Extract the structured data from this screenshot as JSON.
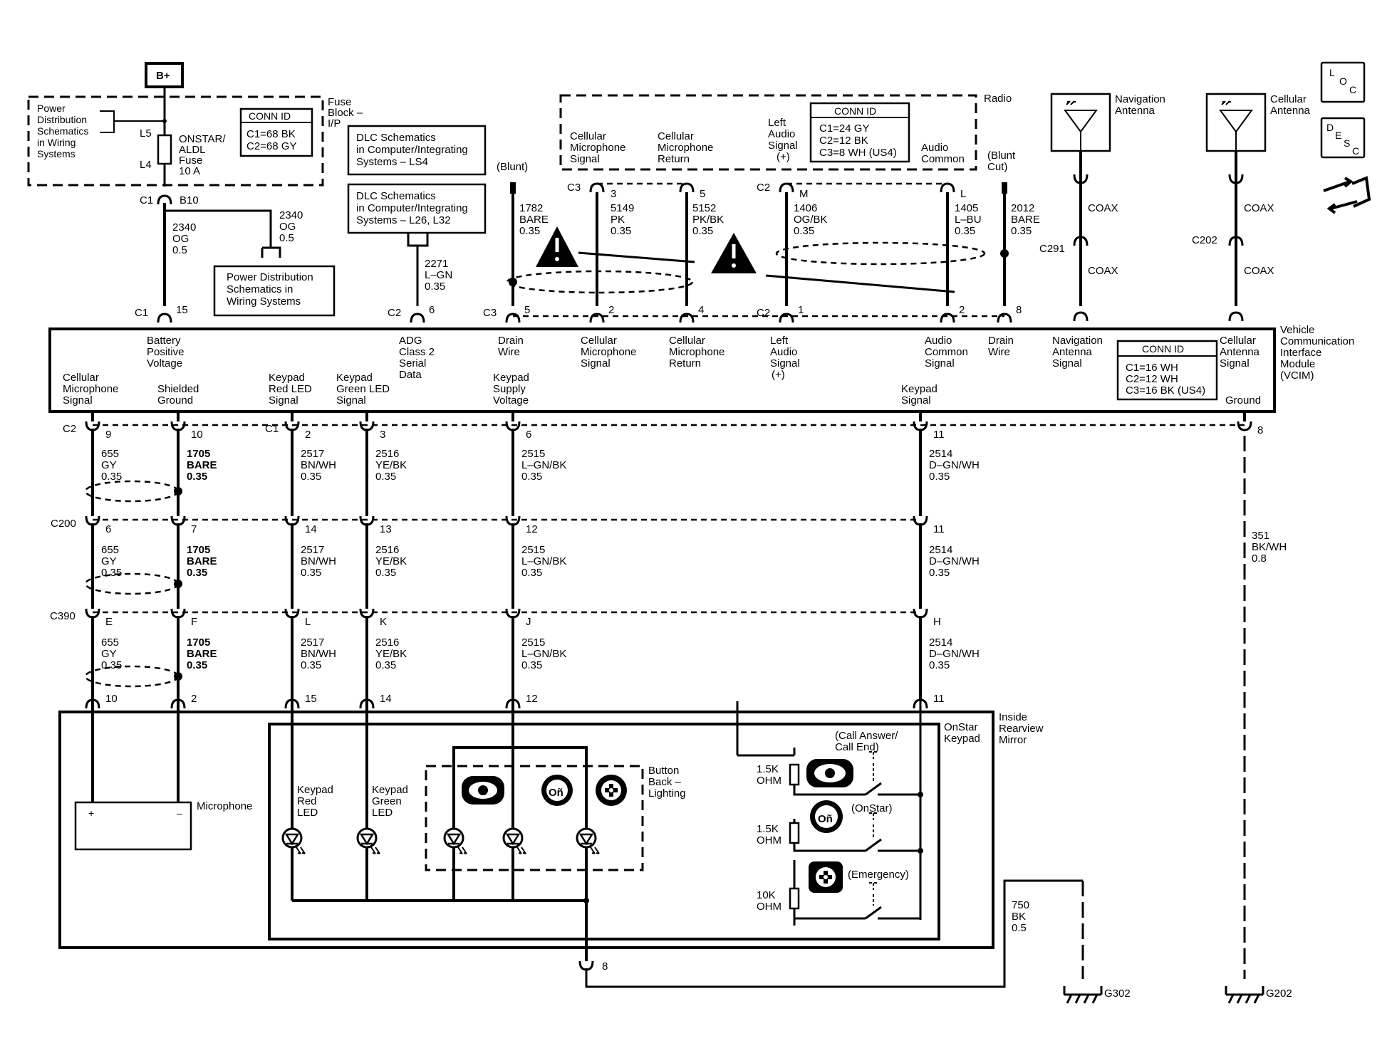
{
  "power": {
    "bplus": "B+"
  },
  "fuse_block": {
    "title": [
      "Fuse",
      "Block –",
      "I/P"
    ],
    "pd_ref": [
      "Power",
      "Distribution",
      "Schematics",
      "in Wiring",
      "Systems"
    ],
    "l5": "L5",
    "l4": "L4",
    "fuse": [
      "ONSTAR/",
      "ALDL",
      "Fuse",
      "10 A"
    ],
    "conn_title": "CONN ID",
    "conn": [
      "C1=68 BK",
      "C2=68 GY"
    ],
    "c1": "C1",
    "b10": "B10"
  },
  "wire2340a": [
    "2340",
    "OG",
    "0.5"
  ],
  "wire2340b": [
    "2340",
    "OG",
    "0.5"
  ],
  "pd_box": [
    "Power Distribution",
    "Schematics in",
    "Wiring Systems"
  ],
  "dlc1": [
    "DLC Schematics",
    "in Computer/Integrating",
    "Systems – LS4"
  ],
  "dlc2": [
    "DLC Schematics",
    "in Computer/Integrating",
    "Systems – L26, L32"
  ],
  "wire2271": [
    "2271",
    "L–GN",
    "0.35"
  ],
  "radio": {
    "title": "Radio",
    "conn_title": "CONN ID",
    "conn": [
      "C1=24 GY",
      "C2=12 BK",
      "C3=8 WH (US4)"
    ],
    "cell_mic_sig": [
      "Cellular",
      "Microphone",
      "Signal"
    ],
    "cell_mic_ret": [
      "Cellular",
      "Microphone",
      "Return"
    ],
    "left_audio": [
      "Left",
      "Audio",
      "Signal",
      "(+)"
    ],
    "audio_common": [
      "Audio",
      "Common"
    ]
  },
  "blunt": "(Blunt)",
  "blunt_cut": [
    "(Blunt",
    "Cut)"
  ],
  "wire1782": [
    "1782",
    "BARE",
    "0.35"
  ],
  "wire5149": [
    "5149",
    "PK",
    "0.35"
  ],
  "wire5152": [
    "5152",
    "PK/BK",
    "0.35"
  ],
  "wire1406": [
    "1406",
    "OG/BK",
    "0.35"
  ],
  "wire1405": [
    "1405",
    "L–BU",
    "0.35"
  ],
  "wire2012": [
    "2012",
    "BARE",
    "0.35"
  ],
  "radio_pins": {
    "c3": "C3",
    "p3": "3",
    "p5": "5",
    "c2": "C2",
    "pm": "M",
    "pl": "L"
  },
  "nav_antenna": [
    "Navigation",
    "Antenna"
  ],
  "cell_antenna": [
    "Cellular",
    "Antenna"
  ],
  "coax": "COAX",
  "c291": "C291",
  "c202": "C202",
  "loc": [
    "L",
    "O",
    "C"
  ],
  "desc": [
    "D",
    "E",
    "S",
    "C"
  ],
  "vcim": {
    "title": [
      "Vehicle",
      "Communication",
      "Interface",
      "Module",
      "(VCIM)"
    ],
    "conn_title": "CONN ID",
    "conn": [
      "C1=16 WH",
      "C2=12 WH",
      "C3=16 BK (US4)"
    ],
    "top_pins": [
      {
        "conn": "C1",
        "pin": "15"
      },
      {
        "conn": "C2",
        "pin": "6"
      },
      {
        "conn": "C3",
        "pin": "5"
      },
      {
        "conn": "",
        "pin": "2"
      },
      {
        "conn": "",
        "pin": "4"
      },
      {
        "conn": "C2",
        "pin": "1"
      },
      {
        "conn": "",
        "pin": "2"
      },
      {
        "conn": "",
        "pin": "8"
      }
    ],
    "labels_top": {
      "batt": [
        "Battery",
        "Positive",
        "Voltage"
      ],
      "adg": [
        "ADG",
        "Class 2",
        "Serial",
        "Data"
      ],
      "drain1": [
        "Drain",
        "Wire"
      ],
      "cms": [
        "Cellular",
        "Microphone",
        "Signal"
      ],
      "cmr": [
        "Cellular",
        "Microphone",
        "Return"
      ],
      "las": [
        "Left",
        "Audio",
        "Signal",
        "(+)"
      ],
      "acs": [
        "Audio",
        "Common",
        "Signal"
      ],
      "drain2": [
        "Drain",
        "Wire"
      ],
      "nas": [
        "Navigation",
        "Antenna",
        "Signal"
      ],
      "cas": [
        "Cellular",
        "Antenna",
        "Signal"
      ]
    },
    "labels_bottom": {
      "cms": [
        "Cellular",
        "Microphone",
        "Signal"
      ],
      "sg": [
        "Shielded",
        "Ground"
      ],
      "krl": [
        "Keypad",
        "Red LED",
        "Signal"
      ],
      "kgl": [
        "Keypad",
        "Green LED",
        "Signal"
      ],
      "ksv": [
        "Keypad",
        "Supply",
        "Voltage"
      ],
      "ks": [
        "Keypad",
        "Signal"
      ],
      "gnd": "Ground"
    }
  },
  "rows": [
    {
      "conn_a": "C2",
      "conn_b": "C1",
      "pins": [
        "9",
        "10",
        "2",
        "3",
        "6",
        "11"
      ],
      "ground_pin": "8",
      "wires": [
        [
          "655",
          "GY",
          "0.35"
        ],
        [
          "1705",
          "BARE",
          "0.35"
        ],
        [
          "2517",
          "BN/WH",
          "0.35"
        ],
        [
          "2516",
          "YE/BK",
          "0.35"
        ],
        [
          "2515",
          "L–GN/BK",
          "0.35"
        ],
        [
          "2514",
          "D–GN/WH",
          "0.35"
        ]
      ]
    },
    {
      "conn_a": "C200",
      "conn_b": "",
      "pins": [
        "6",
        "7",
        "14",
        "13",
        "12",
        "11"
      ],
      "ground_pin": "",
      "wires": [
        [
          "655",
          "GY",
          "0.35"
        ],
        [
          "1705",
          "BARE",
          "0.35"
        ],
        [
          "2517",
          "BN/WH",
          "0.35"
        ],
        [
          "2516",
          "YE/BK",
          "0.35"
        ],
        [
          "2515",
          "L–GN/BK",
          "0.35"
        ],
        [
          "2514",
          "D–GN/WH",
          "0.35"
        ]
      ]
    },
    {
      "conn_a": "C390",
      "conn_b": "",
      "pins": [
        "E",
        "F",
        "L",
        "K",
        "J",
        "H"
      ],
      "ground_pin": "",
      "wires": [
        [
          "655",
          "GY",
          "0.35"
        ],
        [
          "1705",
          "BARE",
          "0.35"
        ],
        [
          "2517",
          "BN/WH",
          "0.35"
        ],
        [
          "2516",
          "YE/BK",
          "0.35"
        ],
        [
          "2515",
          "L–GN/BK",
          "0.35"
        ],
        [
          "2514",
          "D–GN/WH",
          "0.35"
        ]
      ]
    }
  ],
  "mirror_pins": [
    "10",
    "2",
    "15",
    "14",
    "12",
    "11"
  ],
  "wire351": [
    "351",
    "BK/WH",
    "0.8"
  ],
  "wire750": [
    "750",
    "BK",
    "0.5"
  ],
  "mirror": {
    "title": [
      "Inside",
      "Rearview",
      "Mirror"
    ],
    "keypad_title": [
      "OnStar",
      "Keypad"
    ],
    "microphone": "Microphone",
    "kp_red": [
      "Keypad",
      "Red",
      "LED"
    ],
    "kp_green": [
      "Keypad",
      "Green",
      "LED"
    ],
    "backlight": [
      "Button",
      "Back –",
      "Lighting"
    ],
    "call": [
      "(Call Answer/",
      "Call End)"
    ],
    "onstar": "(OnStar)",
    "emergency": "(Emergency)",
    "r1": [
      "1.5K",
      "OHM"
    ],
    "r2": [
      "1.5K",
      "OHM"
    ],
    "r3": [
      "10K",
      "OHM"
    ],
    "pin8": "8"
  },
  "g302": "G302",
  "g202": "G202"
}
